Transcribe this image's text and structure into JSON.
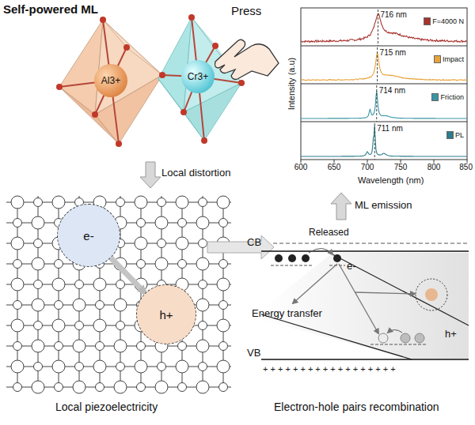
{
  "diagram": {
    "nodes": [
      {
        "text": [
          "Al3+"
        ]
      },
      {
        "text": [
          "Cr3+"
        ]
      },
      {
        "text": [
          "e-"
        ]
      },
      {
        "text": [
          "h+"
        ]
      }
    ],
    "edges": [
      {
        "from": 2,
        "to": 3,
        "arrow": "to"
      }
    ],
    "labels": [
      "Self-powered ML",
      "Press",
      "Local distortion",
      "Local piezoelectricity",
      "ML emission",
      "Electron-hole pairs recombination",
      "CB",
      "VB",
      "Released",
      "e-",
      "Energy transfer",
      "h+",
      "716 nm",
      "715 nm",
      "714 nm",
      "711 nm",
      "Intensity (a.u)",
      "Wavelength (nm)",
      "600",
      "650",
      "700",
      "750",
      "800",
      "850",
      "+ + + + + + + + + + + + + + + + + +"
    ],
    "legend": [
      {
        "text": "F=4000 N",
        "color": "#a8322d"
      },
      {
        "text": "Impact",
        "color": "#e8a33a"
      },
      {
        "text": "Friction",
        "color": "#3a94a4"
      },
      {
        "text": "PL",
        "color": "#2b7c8c"
      }
    ]
  }
}
